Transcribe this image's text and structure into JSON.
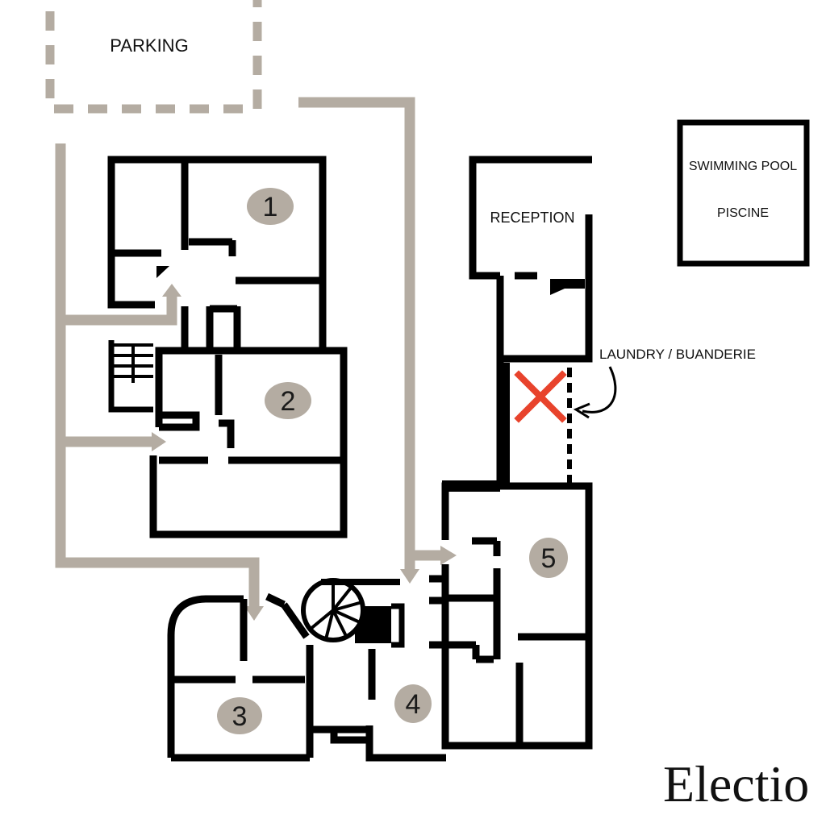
{
  "colors": {
    "background": "#ffffff",
    "wall": "#000000",
    "path": "#b4aca2",
    "badge": "#b4aca2",
    "cross": "#e8432c"
  },
  "labels": {
    "parking": "PARKING",
    "swimming_pool": "SWIMMING POOL",
    "piscine": "PISCINE",
    "reception": "RECEPTION",
    "laundry": "LAUNDRY / BUANDERIE"
  },
  "units": [
    "1",
    "2",
    "3",
    "4",
    "5"
  ],
  "brand": "Electio",
  "icons": {
    "closed_marker": "red-cross-icon",
    "pointer": "curved-arrow-icon",
    "stairs": "spiral-staircase-icon"
  }
}
